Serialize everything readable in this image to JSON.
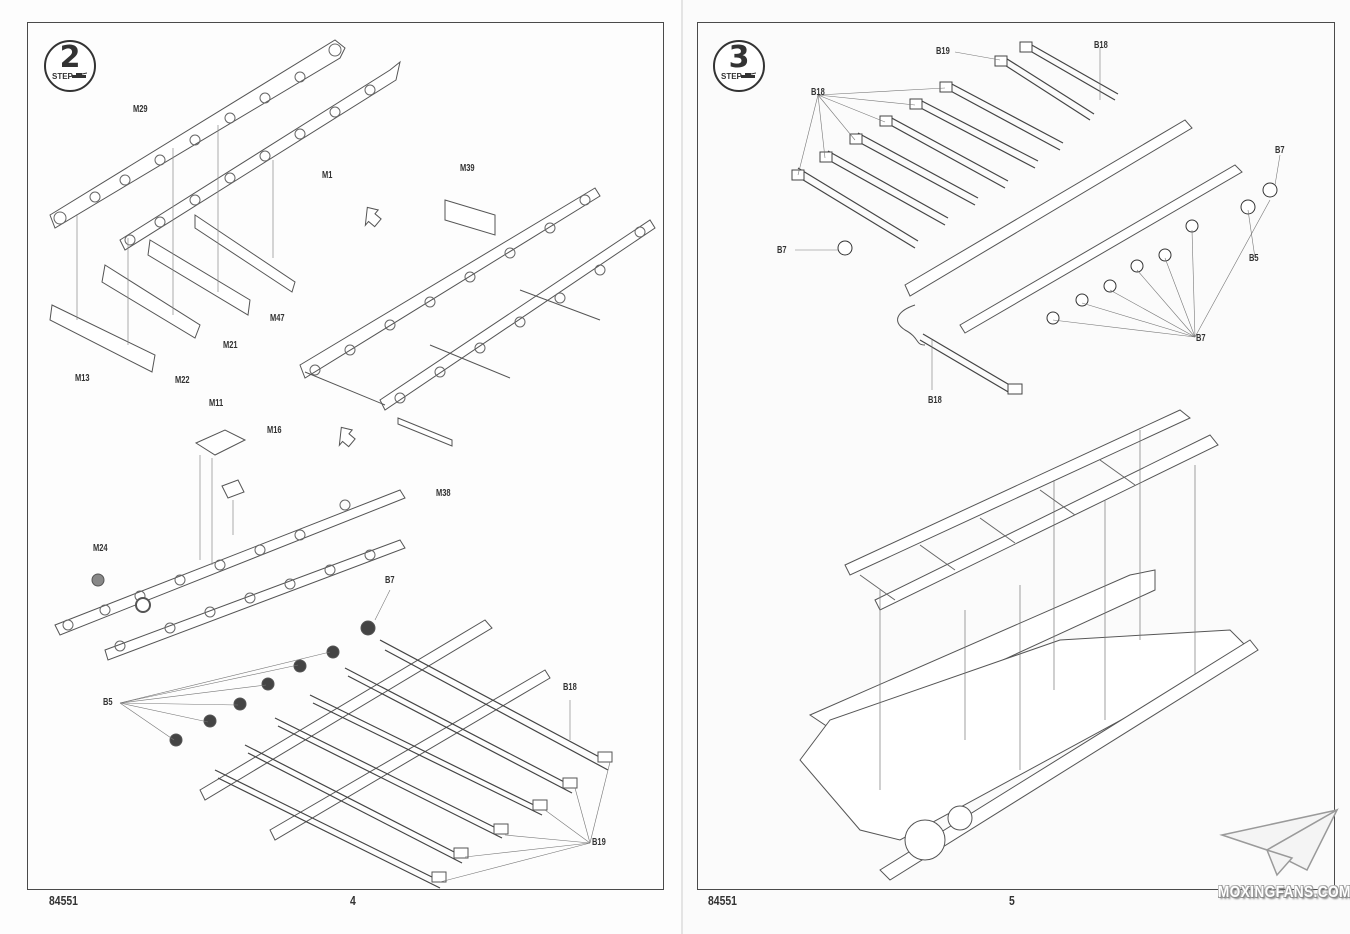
{
  "document": {
    "kit_number": "84551",
    "pages": [
      {
        "page_number": "4",
        "step": {
          "number": "2",
          "label": "STEP"
        },
        "part_labels": {
          "m29": "M29",
          "m1": "M1",
          "m39": "M39",
          "m13": "M13",
          "m22": "M22",
          "m21": "M21",
          "m47": "M47",
          "m11": "M11",
          "m16": "M16",
          "m38": "M38",
          "m24": "M24",
          "b7": "B7",
          "b5": "B5",
          "b18": "B18",
          "b19": "B19"
        }
      },
      {
        "page_number": "5",
        "step": {
          "number": "3",
          "label": "STEP"
        },
        "part_labels": {
          "b19": "B19",
          "b18_top": "B18",
          "b18_left": "B18",
          "b7_right": "B7",
          "b7_left": "B7",
          "b5": "B5",
          "b7_group": "B7",
          "b18_bottom": "B18"
        }
      }
    ]
  },
  "watermark": {
    "text": "MOXINGFANS.COM",
    "icon": "paper-plane-icon"
  },
  "colors": {
    "ink": "#333333",
    "paper": "#fdfdfd",
    "frame": "#4a4a4a"
  }
}
